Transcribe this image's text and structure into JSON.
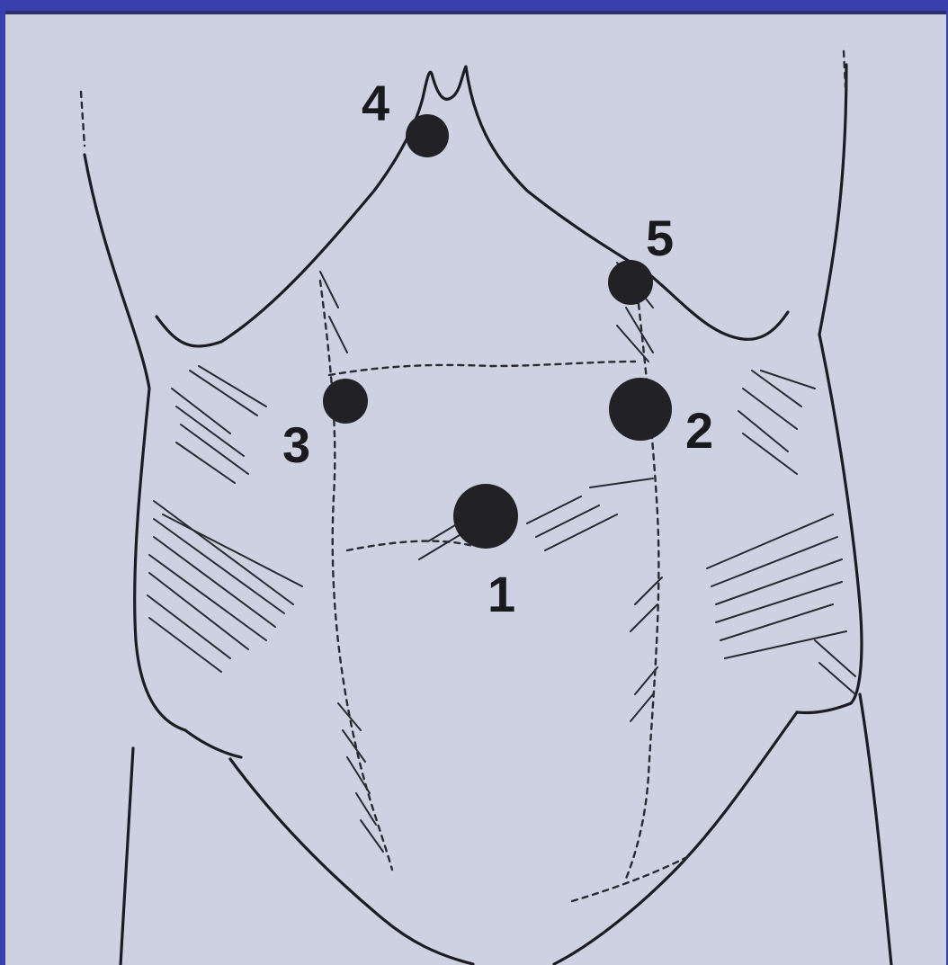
{
  "points": [
    {
      "label": "1"
    },
    {
      "label": "2"
    },
    {
      "label": "3"
    },
    {
      "label": "4"
    },
    {
      "label": "5"
    }
  ],
  "colors": {
    "border": "#3a3fae",
    "paper": "#cdd1e2",
    "ink": "#1c1c22"
  }
}
